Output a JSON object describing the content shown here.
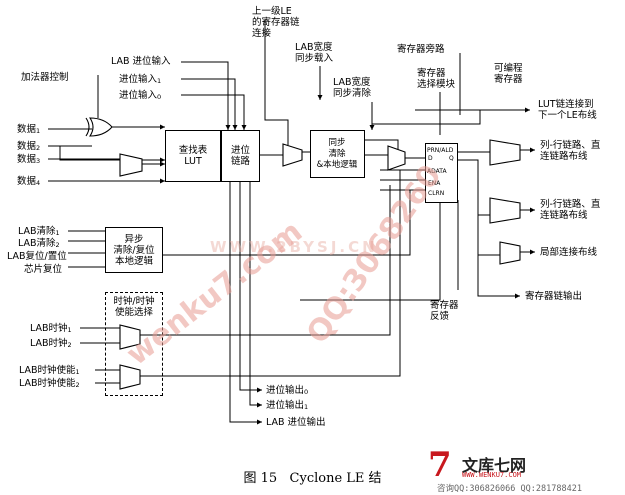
{
  "labels": {
    "adder_ctrl": "加法器控制",
    "lab_carry_in": "LAB 进位输入",
    "carry_in1": "进位输入",
    "carry_in0": "进位输入",
    "data1": "数据",
    "data2": "数据",
    "data3": "数据",
    "data4": "数据",
    "prev_le": "上一级LE\n的寄存器链\n连接",
    "lab_sync_load": "LAB宽度\n同步载入",
    "lab_sync_clear": "LAB宽度\n同步清除",
    "reg_bypass": "寄存器旁路",
    "reg_select": "寄存器\n选择模块",
    "prog_reg": "可编程\n寄存器",
    "lut_chain": "LUT链连接到\n下一个LE布线",
    "row_col_1": "列-行链路、直\n连链路布线",
    "row_col_2": "列-行链路、直\n连链路布线",
    "local_route": "局部连接布线",
    "reg_chain_out": "寄存器链输出",
    "reg_feedback": "寄存器\n反馈",
    "lab_clear1": "LAB清除",
    "lab_clear2": "LAB清除",
    "lab_reset": "LAB复位/置位",
    "chip_reset": "芯片复位",
    "lab_clk1": "LAB时钟",
    "lab_clk2": "LAB时钟",
    "lab_clken1": "LAB时钟使能",
    "lab_clken2": "LAB时钟使能",
    "carry_out0": "进位输出",
    "carry_out1": "进位输出",
    "lab_carry_out": "LAB 进位输出"
  },
  "subs": {
    "data1": "1",
    "data2": "2",
    "data3": "3",
    "data4": "4",
    "carry_in1": "1",
    "carry_in0": "0",
    "lab_clear1": "1",
    "lab_clear2": "2",
    "lab_clk1": "1",
    "lab_clk2": "2",
    "lab_clken1": "1",
    "lab_clken2": "2",
    "carry_out0": "0",
    "carry_out1": "1"
  },
  "blocks": {
    "lut": "查找表\nLUT",
    "carry_chain": "进位\n链路",
    "sync_logic": "同步\n清除\n&本地逻辑",
    "async_logic": "异步\n清除/复位\n本地逻辑",
    "clk_select": "时钟/时钟\n使能选择"
  },
  "register_pins": {
    "prn": "PRN/ALD",
    "d": "D",
    "q": "Q",
    "adata": "ADATA",
    "ena": "ENA",
    "clrn": "CLRN"
  },
  "caption": {
    "fig": "图 15",
    "title": "Cyclone LE 结"
  },
  "watermarks": {
    "wenku": "wenku7.com",
    "qq": "QQ:3068260",
    "site": "WWW.2BYSJ.CN"
  },
  "logo": {
    "mark": "7",
    "name": "文库七网",
    "url": "WWW.WENKU7.COM",
    "contact": "咨询QQ:306826066 QQ:281788421"
  },
  "colors": {
    "line": "#000000",
    "watermark": "#e79b91",
    "logo_red": "#c8181e"
  }
}
